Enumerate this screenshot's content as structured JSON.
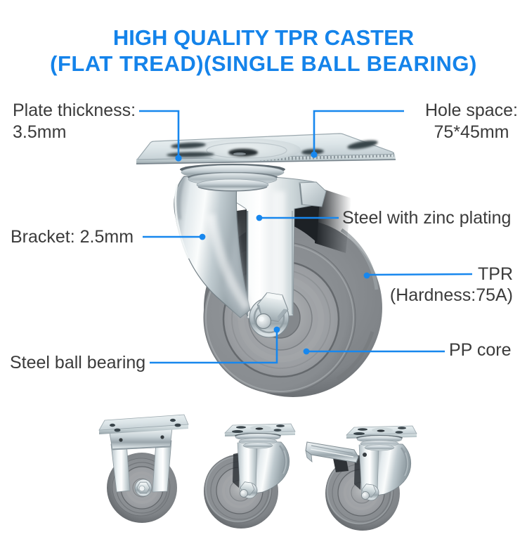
{
  "title": {
    "line1": "HIGH QUALITY TPR CASTER",
    "line2": "(FLAT TREAD)(SINGLE BALL BEARING)"
  },
  "callouts": {
    "plate_thickness": {
      "label": "Plate thickness:",
      "value": "3.5mm"
    },
    "hole_space": {
      "label": "Hole space:",
      "value": "75*45mm"
    },
    "zinc_plating": {
      "label": "Steel with zinc plating"
    },
    "bracket": {
      "label": "Bracket: 2.5mm"
    },
    "tpr": {
      "label": "TPR",
      "value": "(Hardness:75A)"
    },
    "pp_core": {
      "label": "PP core"
    },
    "ball_bearing": {
      "label": "Steel ball bearing"
    }
  },
  "product": {
    "main_view": "swivel-plate-caster-with-gray-tpr-wheel",
    "variants": [
      {
        "name": "rigid-fixed-caster"
      },
      {
        "name": "swivel-caster"
      },
      {
        "name": "swivel-caster-with-brake"
      }
    ]
  },
  "colors": {
    "title_blue": "#1483ea",
    "callout_blue": "#1787ee",
    "label_text": "#3b3b3b",
    "wheel_gray": "#8b8f93",
    "core_gray": "#9da0a4",
    "metal_zinc": "#dde5e8",
    "background": "#ffffff"
  }
}
